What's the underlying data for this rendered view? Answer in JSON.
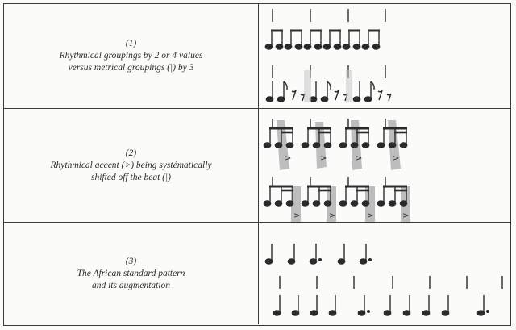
{
  "rows": [
    {
      "number": "(1)",
      "line1": "Rhythmical groupings by 2 or 4 values",
      "line2": "versus metrical groupings (|) by 3",
      "notation": "eighth-note beamed pairs vs. eighth-note/rest groupings"
    },
    {
      "number": "(2)",
      "line1": "Rhythmical accent (>) being systématically",
      "line2": "shifted off the beat (|)",
      "accent_symbol": ">"
    },
    {
      "number": "(3)",
      "line1": "The African standard pattern",
      "line2": "and its augmentation"
    }
  ],
  "colors": {
    "ink": "#2b2b2b",
    "rule": "#3a3a3a",
    "highlight": "#9a9a9a"
  }
}
